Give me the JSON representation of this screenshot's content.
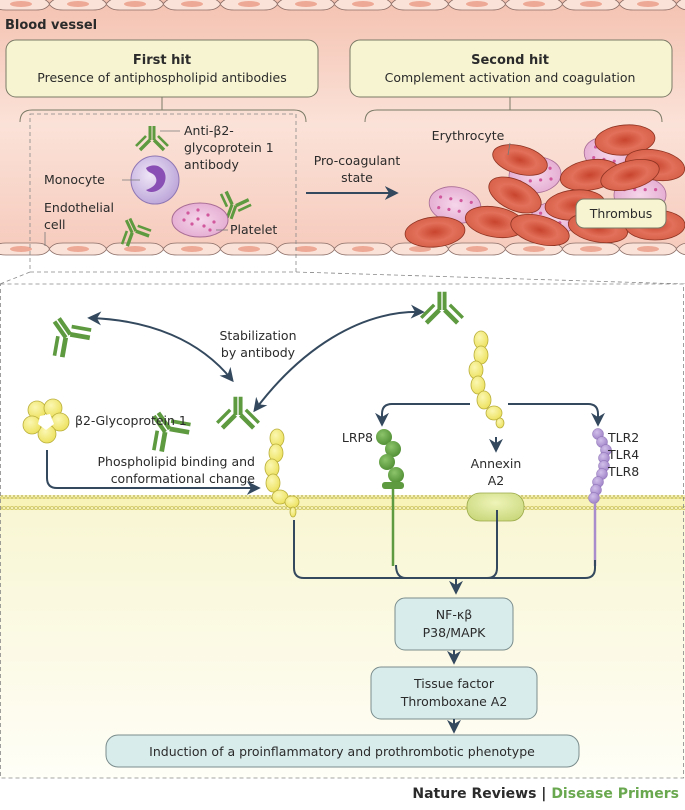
{
  "top_panel": {
    "title": "Blood vessel",
    "first_hit": {
      "heading": "First hit",
      "subtitle": "Presence of antiphospholipid antibodies"
    },
    "second_hit": {
      "heading": "Second hit",
      "subtitle": "Complement activation and coagulation"
    },
    "labels": {
      "antibody_1": "Anti-β2-",
      "antibody_2": "glycoprotein 1",
      "antibody_3": "antibody",
      "monocyte": "Monocyte",
      "endothelial_1": "Endothelial",
      "endothelial_2": "cell",
      "platelet": "Platelet",
      "procoag_1": "Pro-coagulant",
      "procoag_2": "state",
      "erythrocyte": "Erythrocyte",
      "thrombus": "Thrombus"
    }
  },
  "bottom_panel": {
    "labels": {
      "stab_1": "Stabilization",
      "stab_2": "by antibody",
      "b2gp1": "β2-Glycoprotein 1",
      "pl_1": "Phospholipid binding and",
      "pl_2": "conformational change",
      "lrp8": "LRP8",
      "annexin_1": "Annexin",
      "annexin_2": "A2",
      "tlr2": "TLR2",
      "tlr4": "TLR4",
      "tlr8": "TLR8"
    },
    "cascade": [
      {
        "line1": "NF-κβ",
        "line2": "P38/MAPK"
      },
      {
        "line1": "Tissue factor",
        "line2": "Thromboxane A2"
      },
      {
        "line1": "Induction of a proinflammatory and prothrombotic phenotype"
      }
    ]
  },
  "footer": {
    "publisher": "Nature Reviews",
    "separator": " | ",
    "series": "Disease Primers"
  },
  "colors": {
    "antibody_green": "#5e9a3f",
    "beta2gp1_yellow": "#f2e86a",
    "erythrocyte_red": "#d9583f",
    "platelet_pink": "#e8b0d6",
    "monocyte_purple": "#b9a2d8",
    "tlr_purple": "#a98ccc",
    "arrow_dark": "#34495e",
    "box_cream": "#f7f4d2",
    "box_blue": "#d9ecec"
  }
}
